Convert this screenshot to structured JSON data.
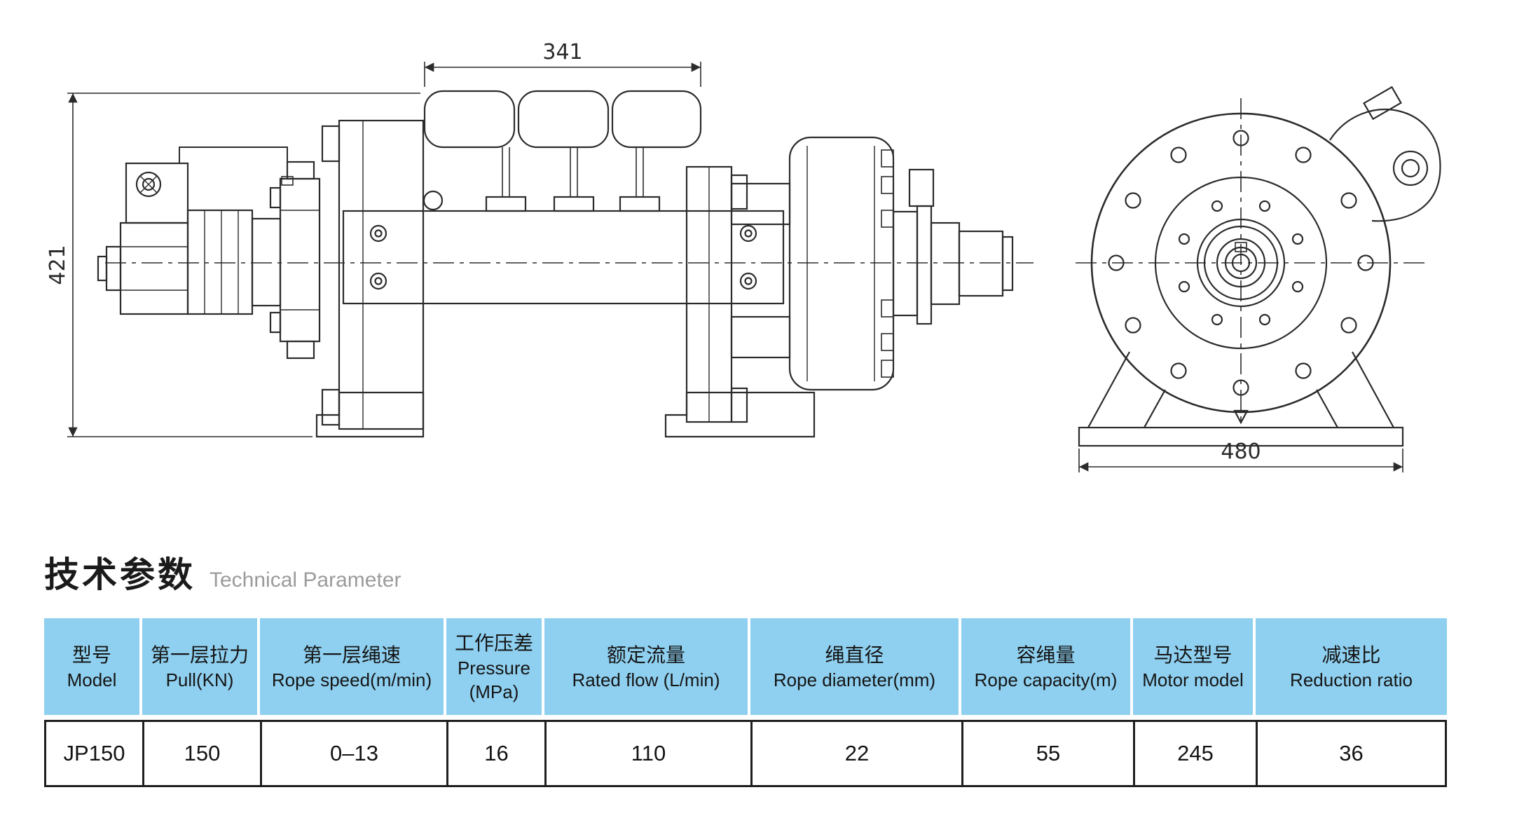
{
  "colors": {
    "table_header_bg": "#8fd0f0",
    "drawing_line": "#2b2b2b",
    "subtitle_gray": "#9b9b9b"
  },
  "drawing": {
    "dim_top": "341",
    "dim_left": "421",
    "dim_bottom": "480"
  },
  "section": {
    "title_zh": "技术参数",
    "title_en": "Technical Parameter"
  },
  "table": {
    "headers": [
      {
        "zh": "型号",
        "en": "Model"
      },
      {
        "zh": "第一层拉力",
        "en": "Pull(KN)"
      },
      {
        "zh": "第一层绳速",
        "en": "Rope speed(m/min)"
      },
      {
        "zh": "工作压差",
        "en": "Pressure",
        "en2": "(MPa)"
      },
      {
        "zh": "额定流量",
        "en": "Rated flow (L/min)"
      },
      {
        "zh": "绳直径",
        "en": "Rope diameter(mm)"
      },
      {
        "zh": "容绳量",
        "en": "Rope capacity(m)"
      },
      {
        "zh": "马达型号",
        "en": "Motor model"
      },
      {
        "zh": "减速比",
        "en": "Reduction ratio"
      }
    ],
    "row": [
      "JP150",
      "150",
      "0–13",
      "16",
      "110",
      "22",
      "55",
      "245",
      "36"
    ]
  }
}
